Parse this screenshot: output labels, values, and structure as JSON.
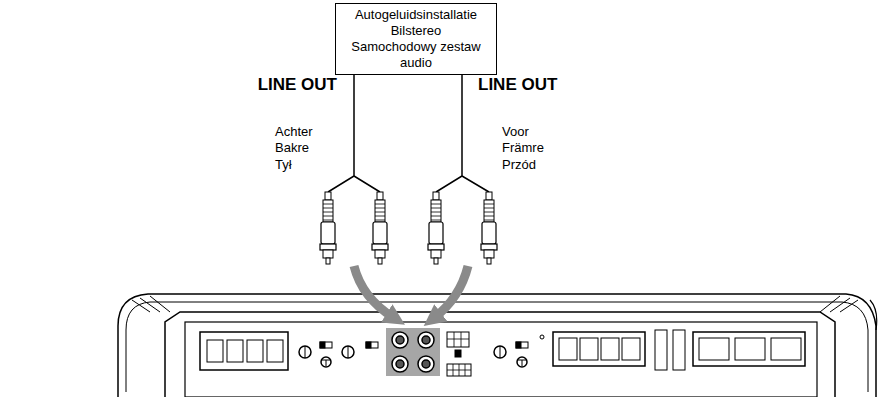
{
  "diagram": {
    "nodes": [
      {
        "text": [
          "Autogeluidsinstallatie",
          "Bilstereo",
          "Samochodowy zestaw audio"
        ]
      }
    ],
    "labels": [
      "LINE OUT",
      "LINE OUT",
      "Achter",
      "Bakre",
      "Tył",
      "Voor",
      "Främre",
      "Przód"
    ]
  }
}
